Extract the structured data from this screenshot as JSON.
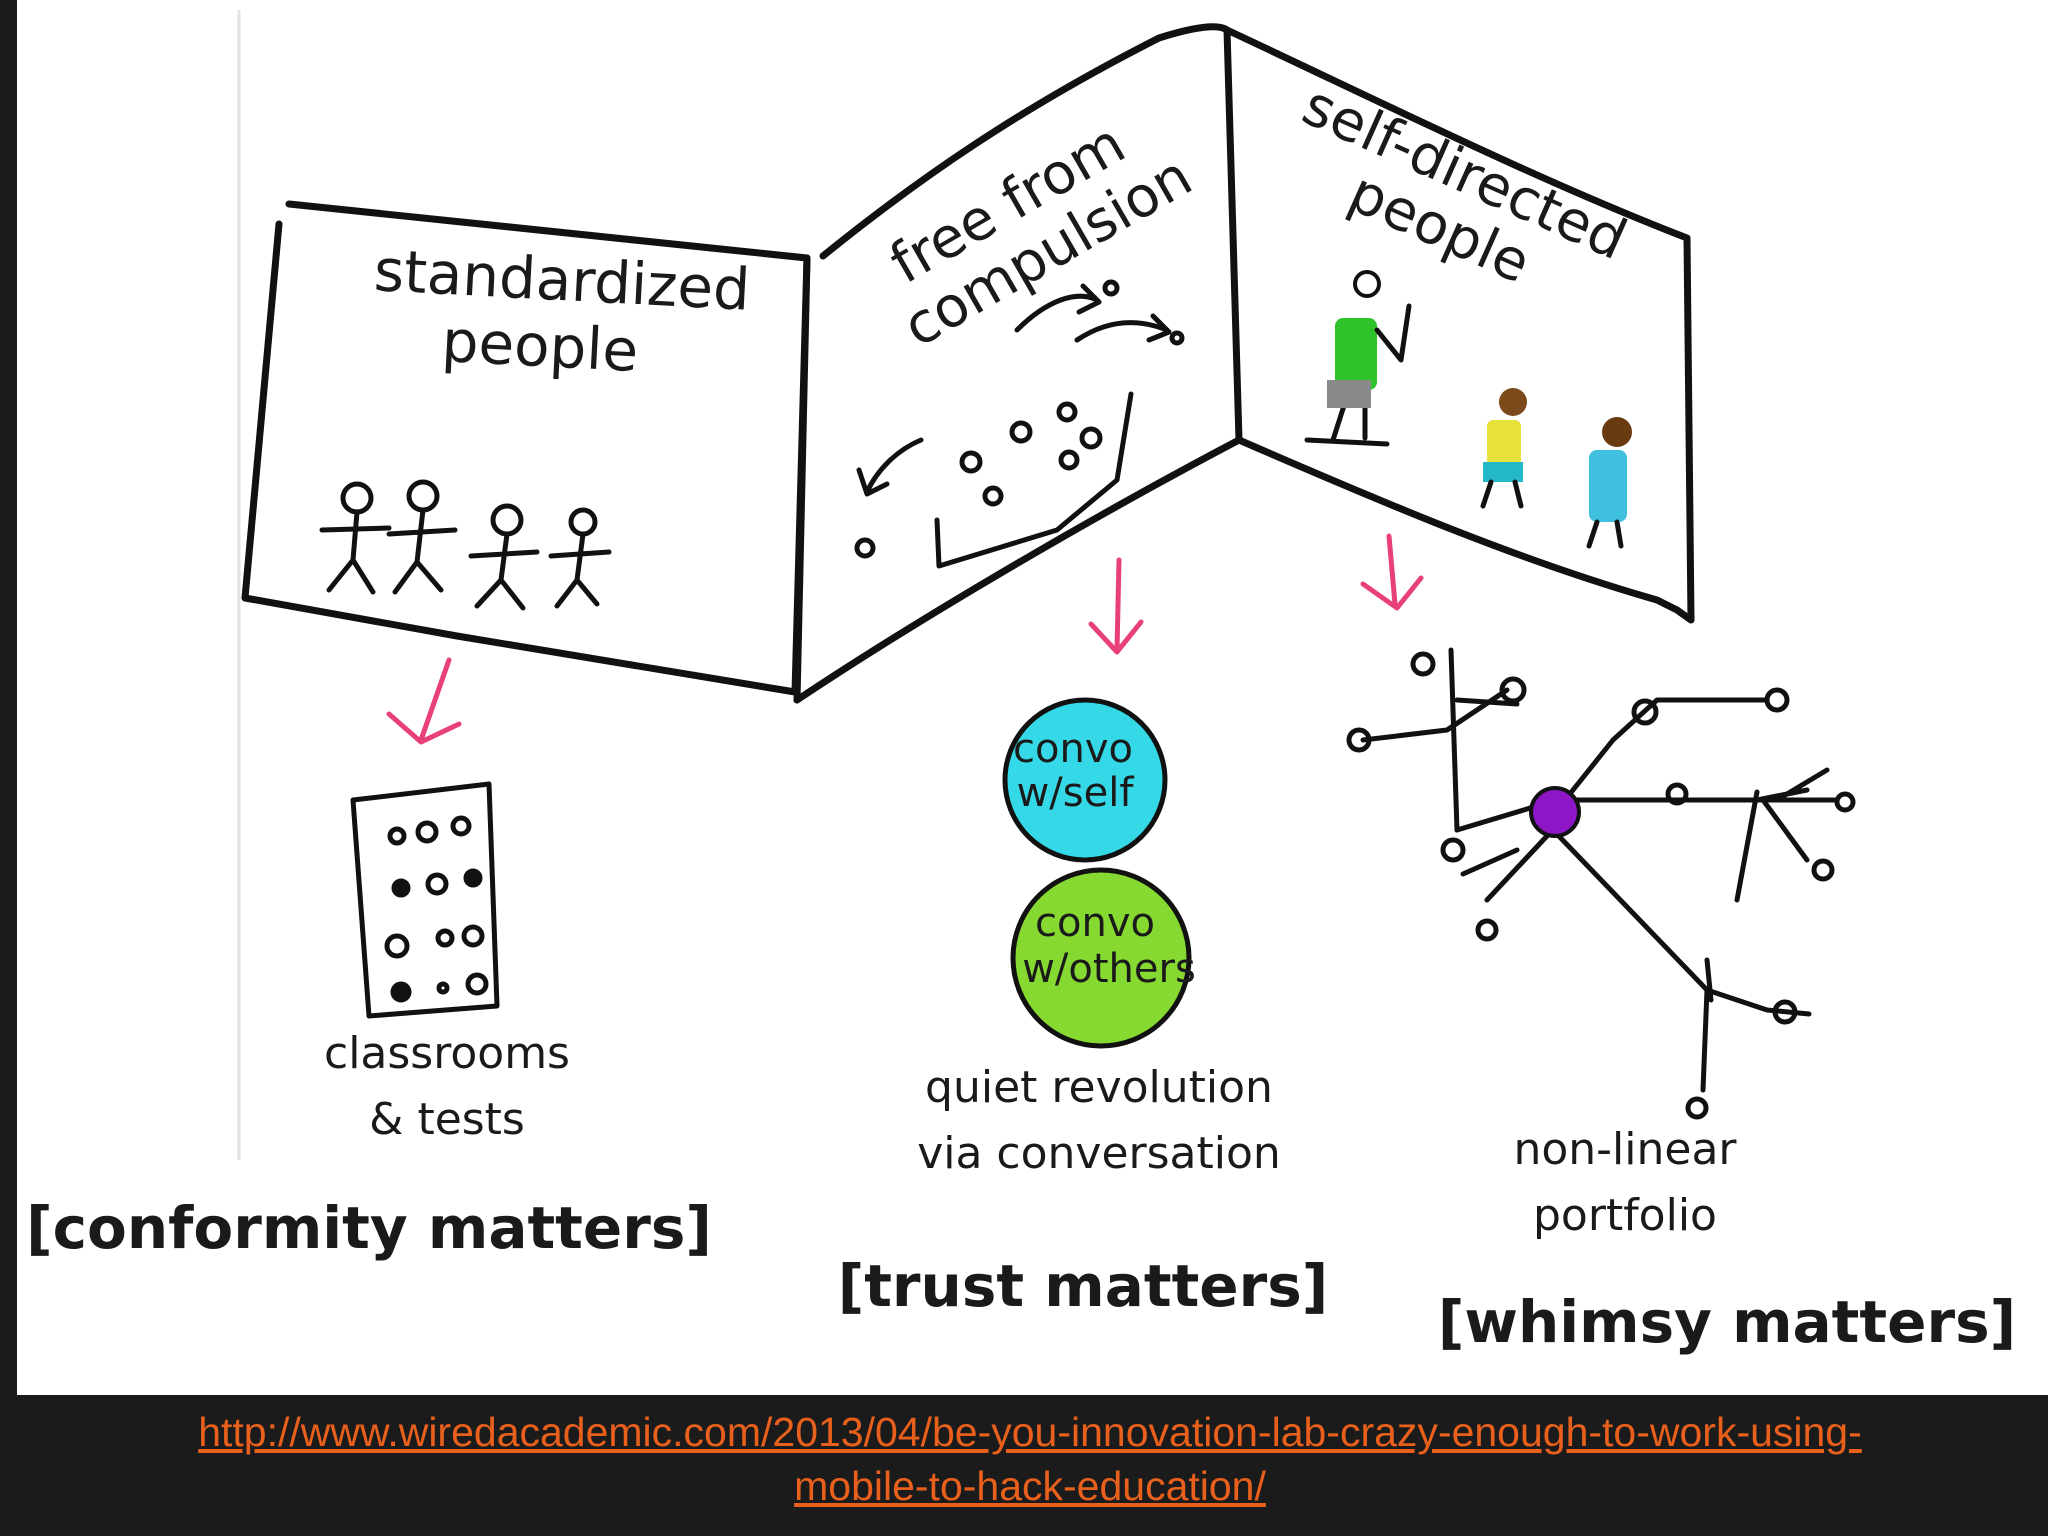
{
  "panels": {
    "standardized": {
      "title_line1": "standardized",
      "title_line2": "people"
    },
    "free": {
      "title_line1": "free from",
      "title_line2": "compulsion"
    },
    "self_directed": {
      "title_line1": "self-directed",
      "title_line2": "people"
    }
  },
  "outcomes": {
    "classrooms": {
      "line1": "classrooms",
      "line2": "& tests",
      "matters": "[conformity matters]"
    },
    "conversation": {
      "bubble_self_line1": "convo",
      "bubble_self_line2": "w/self",
      "bubble_others_line1": "convo",
      "bubble_others_line2": "w/others",
      "line1": "quiet revolution",
      "line2": "via conversation",
      "matters": "[trust matters]"
    },
    "portfolio": {
      "line1": "non-linear",
      "line2": "portfolio",
      "matters": "[whimsy matters]"
    }
  },
  "colors": {
    "arrow": "#e8407a",
    "bubble_self": "#35d8e6",
    "bubble_others": "#86d930",
    "hub": "#8e16c7",
    "link": "#e8601c"
  },
  "source": {
    "line1": "http://www.wiredacademic.com/2013/04/be-you-innovation-lab-crazy-enough-to-work-using-",
    "line2": "mobile-to-hack-education/"
  }
}
